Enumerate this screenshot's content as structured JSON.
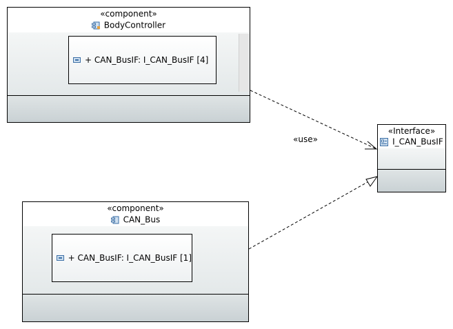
{
  "body_controller": {
    "stereotype": "«component»",
    "name": "BodyController",
    "port": "+ CAN_BusIF: I_CAN_BusIF [4]"
  },
  "can_bus": {
    "stereotype": "«component»",
    "name": "CAN_Bus",
    "port": "+ CAN_BusIF: I_CAN_BusIF [1]"
  },
  "interface": {
    "stereotype": "«Interface»",
    "name": "I_CAN_BusIF"
  },
  "dependency_label": "«use»",
  "icons": {
    "component": "component-icon",
    "port": "port-icon",
    "interface": "interface-icon"
  },
  "colors": {
    "border": "#000000",
    "compartment_top": "#f4f6f6",
    "compartment_bottom": "#c9d1d4",
    "icon_blue": "#3a6ea5"
  }
}
